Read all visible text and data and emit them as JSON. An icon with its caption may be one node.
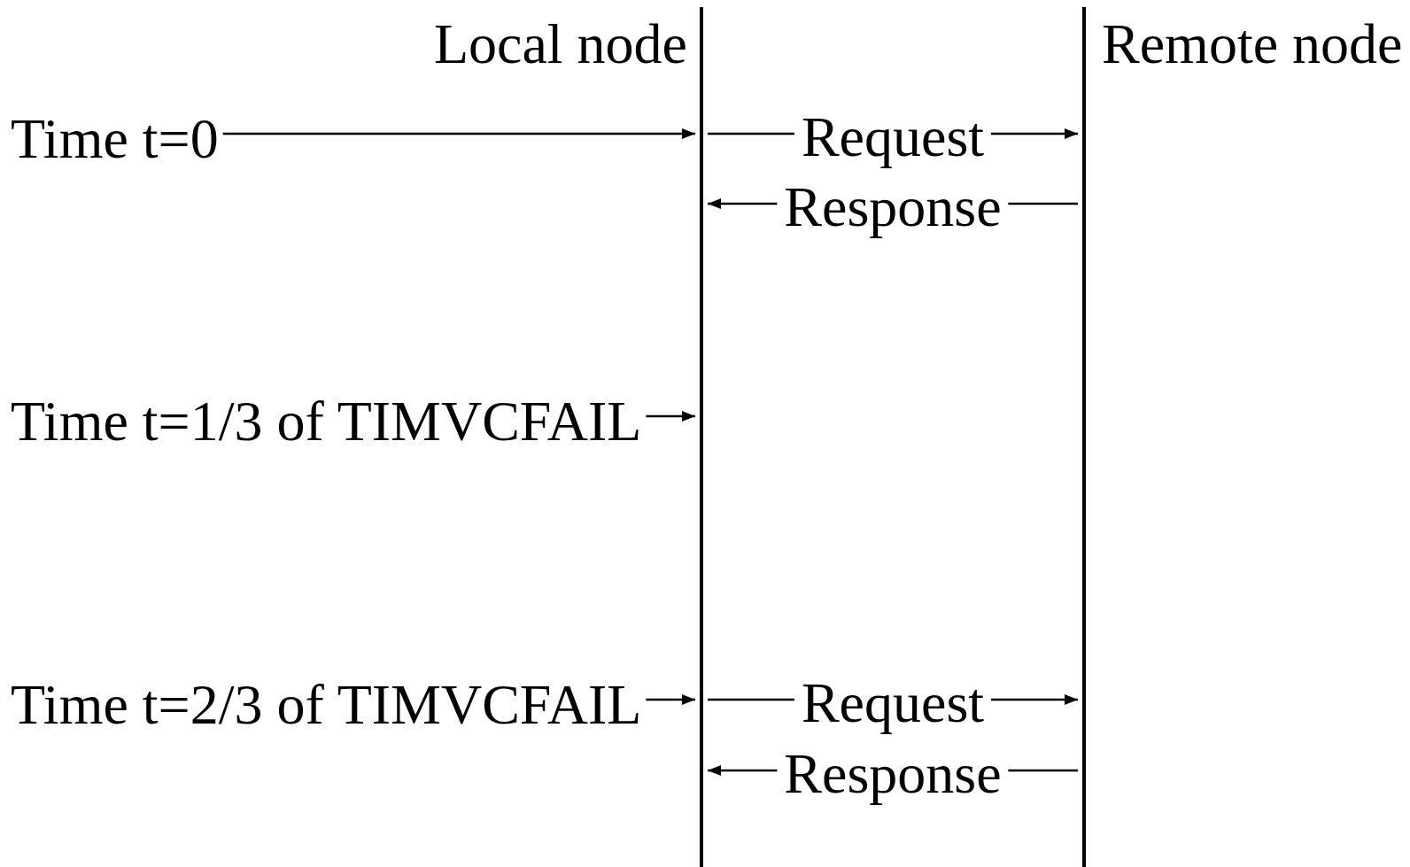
{
  "diagram": {
    "nodes": [
      {
        "text": [],
        "shape": "bar"
      },
      {
        "text": [],
        "shape": "bar"
      },
      {
        "text": [
          "Time t=0"
        ]
      },
      {
        "text": [
          "Time t=1/3 of TIMVCFAIL"
        ]
      },
      {
        "text": [
          "Time t=2/3 of TIMVCFAIL"
        ]
      }
    ],
    "edges": [
      {
        "from": 2,
        "to": 0,
        "arrow": "to"
      },
      {
        "from": 3,
        "to": 0,
        "arrow": "to"
      },
      {
        "from": 4,
        "to": 0,
        "arrow": "to"
      },
      {
        "from": 0,
        "to": 1,
        "arrow": "to",
        "label": "Request"
      },
      {
        "from": 1,
        "to": 0,
        "arrow": "to",
        "label": "Response"
      },
      {
        "from": 0,
        "to": 1,
        "arrow": "to",
        "label": "Request"
      },
      {
        "from": 1,
        "to": 0,
        "arrow": "to",
        "label": "Response"
      }
    ],
    "labels": [
      "Local node",
      "Remote node"
    ]
  }
}
